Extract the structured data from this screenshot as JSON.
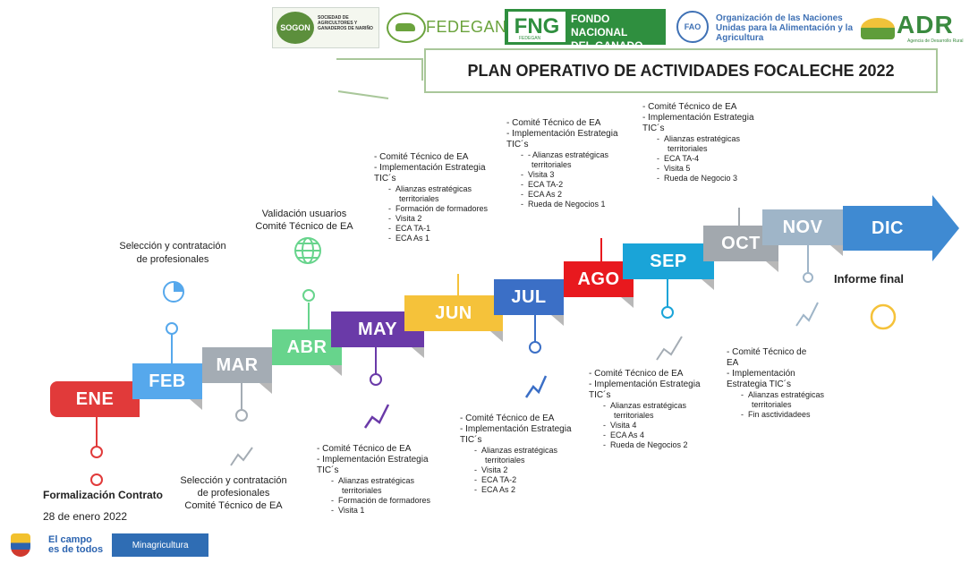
{
  "header": {
    "title": "PLAN OPERATIVO DE ACTIVIDADES FOCALECHE 2022",
    "logos": {
      "socon": "SOGON",
      "socon_text": "SOCIEDAD DE AGRICULTORES Y GANADEROS DE NARIÑO",
      "fedegan": "FEDEGAN",
      "fng_mark": "FNG",
      "fng_sub": "FEDEGAN",
      "fng_text_1": "FONDO NACIONAL",
      "fng_text_2": "DEL GANADO",
      "fao_mark": "FAO",
      "fao_text": "Organización de las Naciones Unidas para la Alimentación y la Agricultura",
      "adr": "ADR",
      "adr_sub": "Agencia de Desarrollo Rural"
    }
  },
  "months": [
    {
      "label": "ENE",
      "color": "#e13a3a"
    },
    {
      "label": "FEB",
      "color": "#56a8ec"
    },
    {
      "label": "MAR",
      "color": "#a4acb4"
    },
    {
      "label": "ABR",
      "color": "#67d48c"
    },
    {
      "label": "MAY",
      "color": "#6a3aa8"
    },
    {
      "label": "JUN",
      "color": "#f5c23a"
    },
    {
      "label": "JUL",
      "color": "#3b6fc6"
    },
    {
      "label": "AGO",
      "color": "#e8191e"
    },
    {
      "label": "SEP",
      "color": "#1aa4d8"
    },
    {
      "label": "OCT",
      "color": "#a2a8ae"
    },
    {
      "label": "NOV",
      "color": "#9fb5c8"
    },
    {
      "label": "DIC",
      "color": "#3f8ad2"
    }
  ],
  "texts": {
    "ene_title": "Formalización Contrato",
    "ene_date": "28 de enero 2022",
    "feb": [
      "Selección y contratación",
      "de profesionales"
    ],
    "mar": [
      "Selección y contratación",
      "de profesionales",
      "Comité Técnico de EA"
    ],
    "abr": [
      "Validación usuarios",
      "Comité Técnico de EA"
    ],
    "may": [
      "- Comité Técnico de EA",
      "- Implementación Estrategia",
      "TIC´s",
      "Alianzas estratégicas",
      "territoriales",
      "Formación de formadores",
      "Visita 1"
    ],
    "jun": [
      "- Comité Técnico de EA",
      "- Implementación Estrategia",
      "TIC´s",
      "Alianzas estratégicas",
      "territoriales",
      "Formación de formadores",
      "Visita 2",
      "ECA TA-1",
      "ECA As 1"
    ],
    "jul": [
      "- Comité Técnico de EA",
      "- Implementación Estrategia",
      "TIC´s",
      "Alianzas estratégicas",
      "territoriales",
      "Visita 2",
      "ECA TA-2",
      "ECA As 2"
    ],
    "ago": [
      "- Comité Técnico de EA",
      "- Implementación Estrategia",
      "TIC´s",
      "- Alianzas estratégicas",
      "territoriales",
      "Visita 3",
      "ECA TA-2",
      "ECA As 2",
      "Rueda de Negocios 1"
    ],
    "sep_top": [
      "- Comité Técnico de EA",
      "- Implementación Estrategia",
      "TIC´s",
      "Alianzas estratégicas",
      "territoriales",
      "ECA TA-4",
      "Visita 5",
      "Rueda de Negocio 3"
    ],
    "sep_bottom": [
      "- Comité Técnico de EA",
      "- Implementación Estrategia",
      "TIC´s",
      "Alianzas estratégicas",
      "territoriales",
      "Visita 4",
      "ECA As 4",
      "Rueda de Negocios 2"
    ],
    "nov": [
      "- Comité Técnico de",
      "EA",
      "- Implementación",
      "Estrategia TIC´s",
      "Alianzas estratégicas",
      "territoriales",
      "Fin asctividadees"
    ],
    "dic": "Informe final"
  },
  "footer": {
    "campo_1": "El campo",
    "campo_2": "es de todos",
    "ministry": "Minagricultura"
  }
}
